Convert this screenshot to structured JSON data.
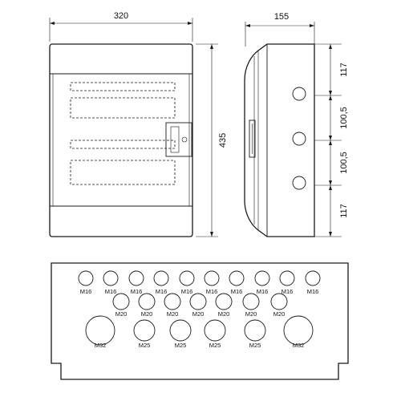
{
  "front_view": {
    "width_label": "320",
    "height_label": "435"
  },
  "side_view": {
    "depth_label": "155",
    "segment_labels": [
      "117",
      "100,5",
      "100,5",
      "117"
    ]
  },
  "bottom_view": {
    "glands": [
      {
        "label": "M16"
      },
      {
        "label": "M16"
      },
      {
        "label": "M16"
      },
      {
        "label": "M16"
      },
      {
        "label": "M16"
      },
      {
        "label": "M16"
      },
      {
        "label": "M16"
      },
      {
        "label": "M16"
      },
      {
        "label": "M16"
      },
      {
        "label": "M16"
      },
      {
        "label": "M20"
      },
      {
        "label": "M20"
      },
      {
        "label": "M20"
      },
      {
        "label": "M20"
      },
      {
        "label": "M20"
      },
      {
        "label": "M20"
      },
      {
        "label": "M20"
      },
      {
        "label": "M32"
      },
      {
        "label": "M25"
      },
      {
        "label": "M25"
      },
      {
        "label": "M25"
      },
      {
        "label": "M25"
      },
      {
        "label": "M32"
      }
    ]
  }
}
